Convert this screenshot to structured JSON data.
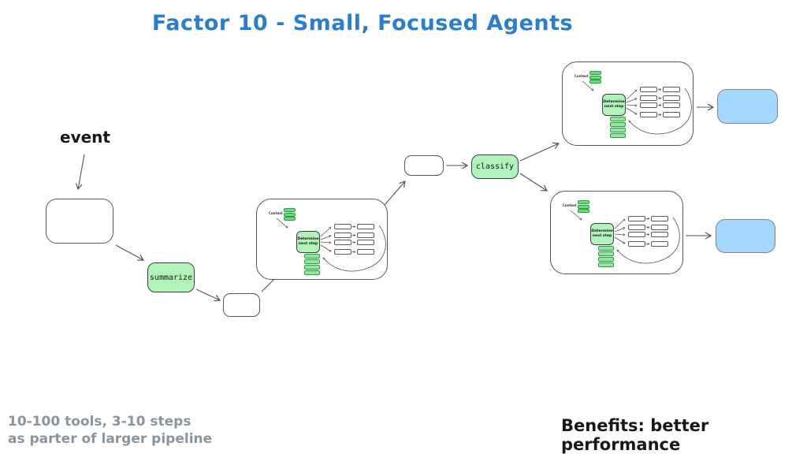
{
  "title": {
    "text": "Factor 10 - Small, Focused Agents"
  },
  "labels": {
    "event": "event",
    "summarize": "summarize",
    "classify": "classify"
  },
  "agent": {
    "context_label": "Context",
    "step_label": "Determine next step"
  },
  "notes": {
    "bottom_left_line1": "10-100 tools, 3-10 steps",
    "bottom_left_line2": "as parter of larger pipeline",
    "bottom_right": "Benefits: better performance"
  },
  "colors": {
    "title_blue": "#2b7fc9",
    "node_green_fill": "#b2f2bb",
    "db_green_fill": "#69db7c",
    "db_green_stroke": "#2f9e44",
    "result_blue_fill": "#a5d8ff",
    "note_gray": "#8b949c",
    "arrow_stroke": "#50535a",
    "text_black": "#17181a"
  }
}
